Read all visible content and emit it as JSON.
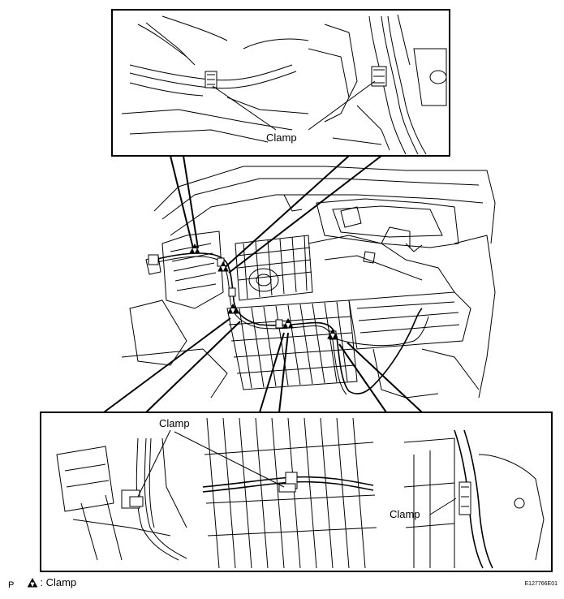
{
  "labels": {
    "clamp_top": "Clamp",
    "clamp_bottom_left": "Clamp",
    "clamp_bottom_right": "Clamp"
  },
  "footer": {
    "page_marker": "P",
    "legend_text": ": Clamp",
    "legend_icon": "clamp-triangle-icon",
    "figure_code": "E127766E01"
  },
  "colors": {
    "line": "#000000",
    "background": "#ffffff"
  }
}
